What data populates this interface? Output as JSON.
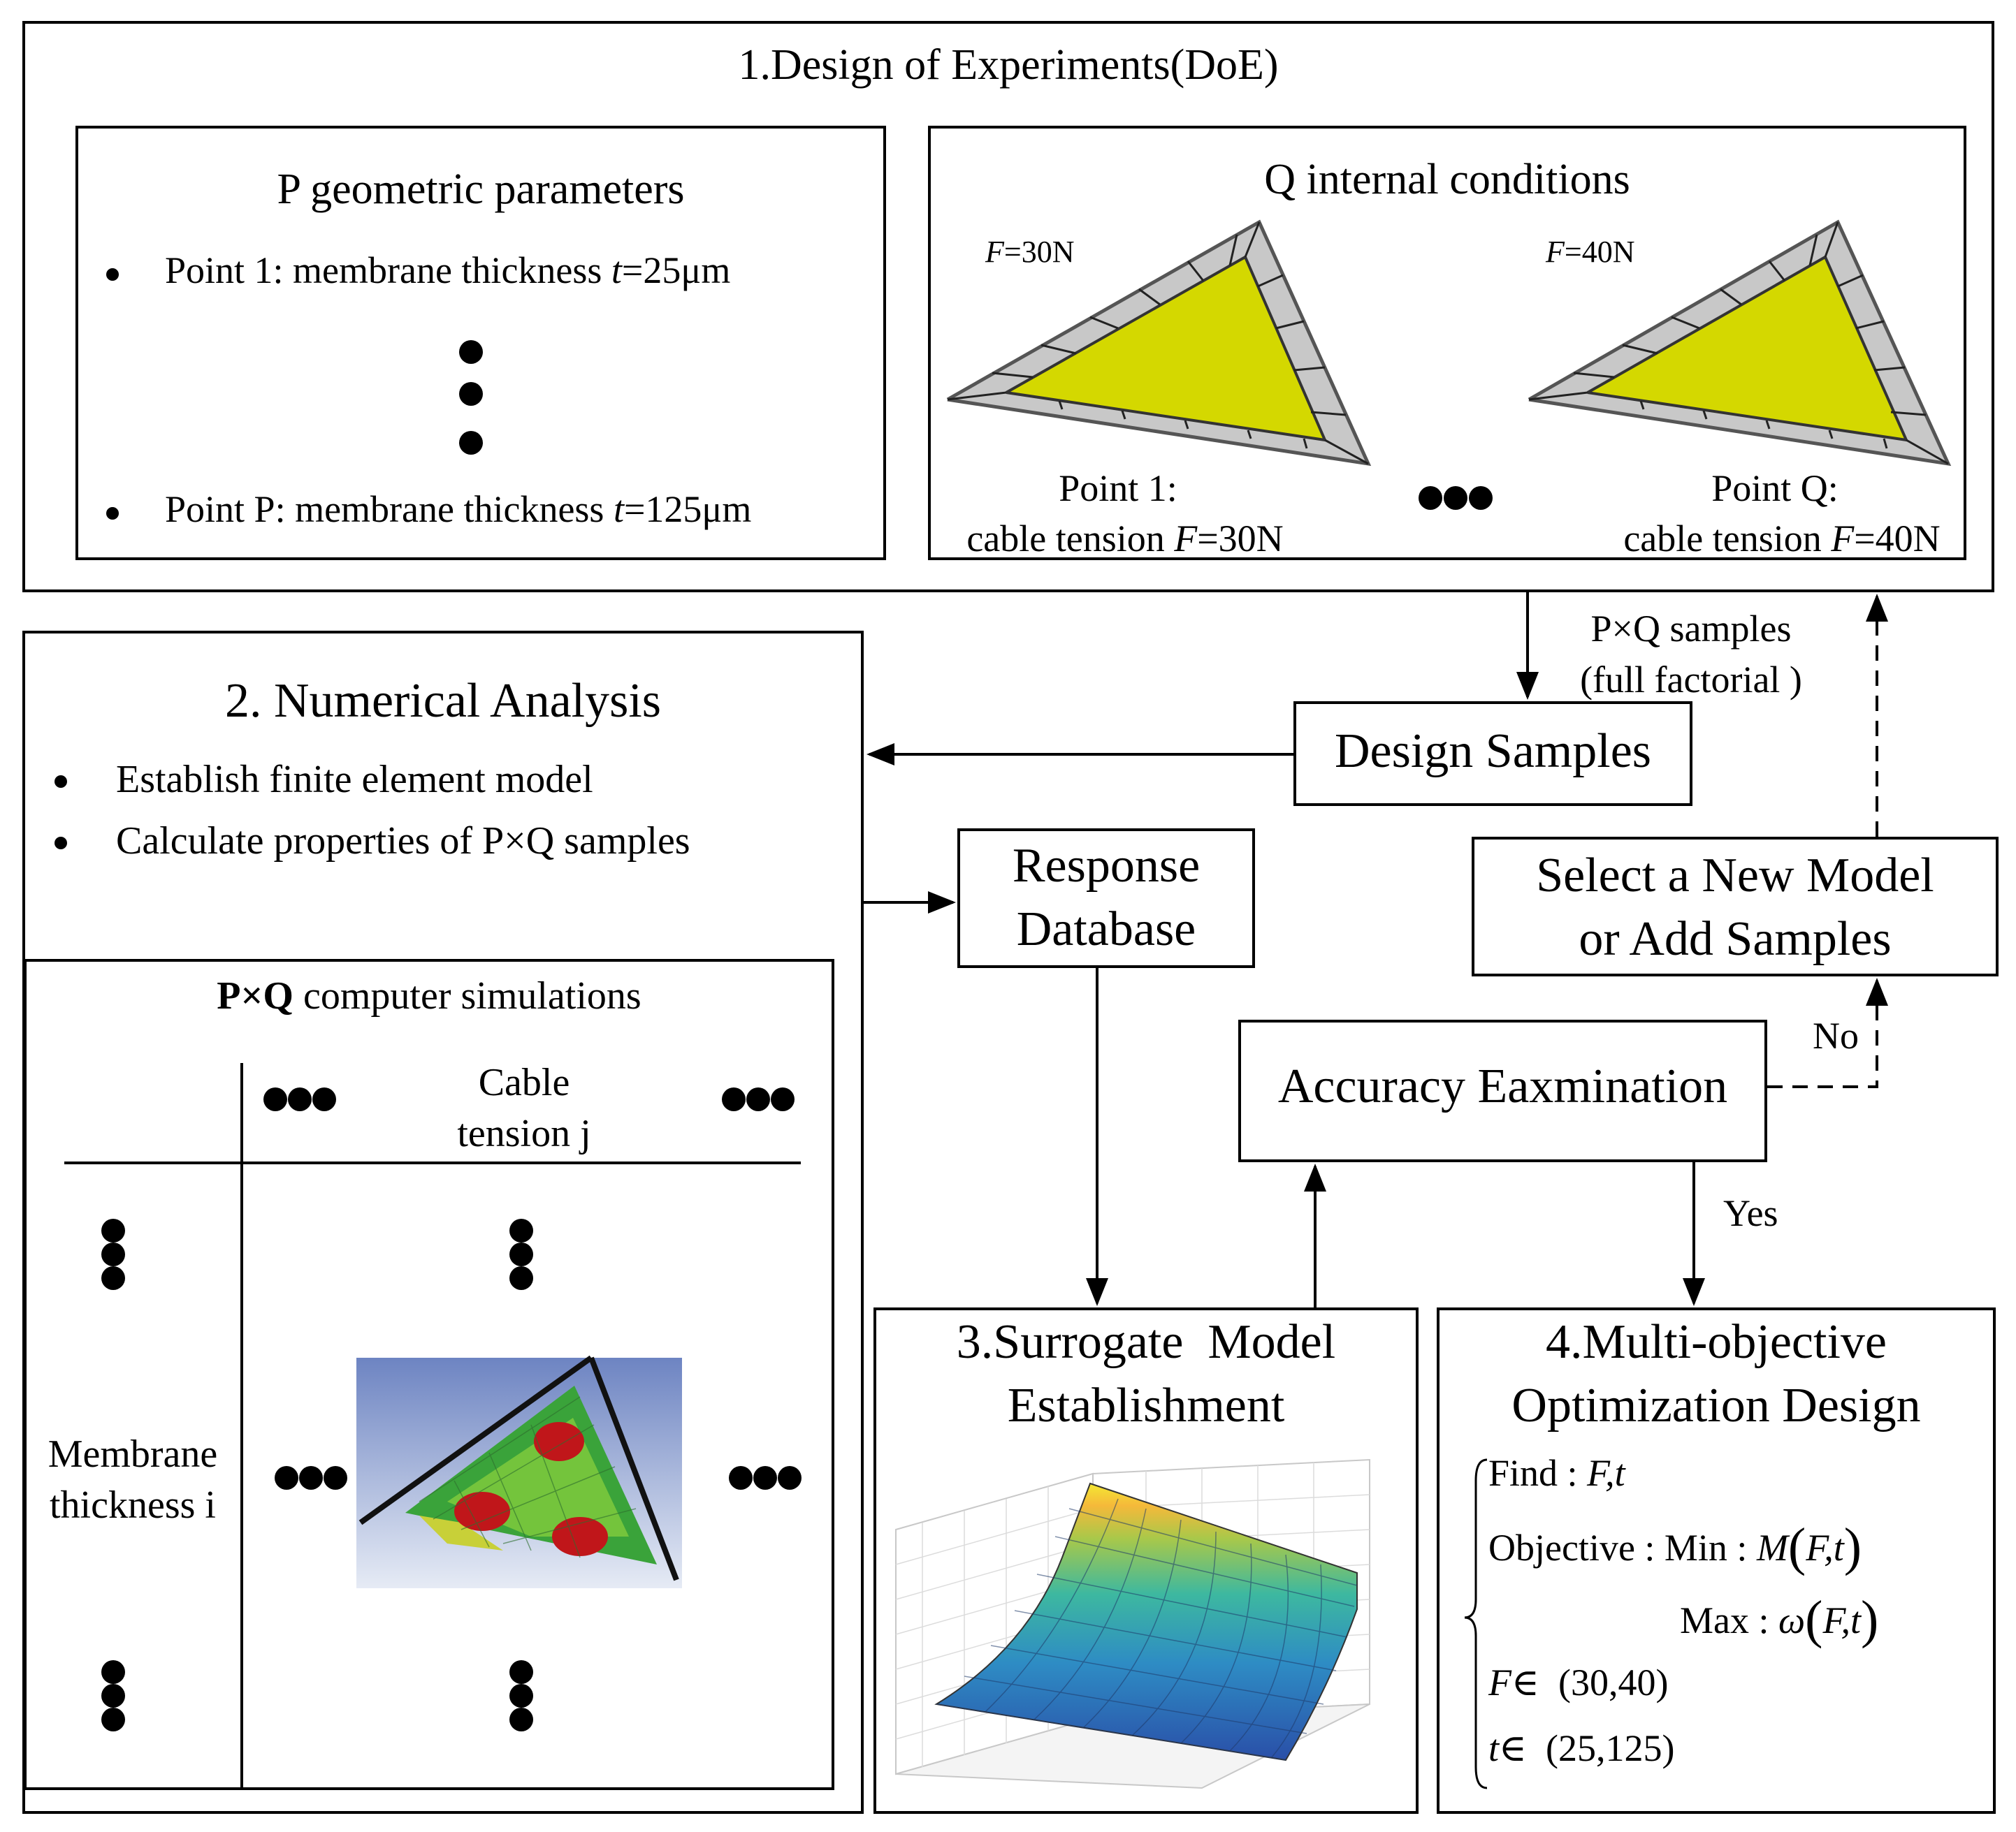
{
  "doe": {
    "title": "1.Design of Experiments(DoE)",
    "p_box": {
      "title": "P geometric parameters",
      "point1": {
        "prefix": "Point 1: membrane thickness ",
        "var": "t",
        "value": "=25μm"
      },
      "pointP": {
        "prefix": "Point P: membrane thickness ",
        "var": "t",
        "value": "=125μm"
      }
    },
    "q_box": {
      "title": "Q internal conditions",
      "f1": {
        "var": "F",
        "value": "=30N"
      },
      "f2": {
        "var": "F",
        "value": "=40N"
      },
      "point1_line1": "Point 1:",
      "point1_line2_prefix": "cable tension ",
      "point1_var": "F",
      "point1_value": "=30N",
      "pointQ_line1": "Point Q:",
      "pointQ_line2_prefix": "cable tension ",
      "pointQ_var": "F",
      "pointQ_value": "=40N"
    }
  },
  "samples_label": {
    "line1": "P×Q samples",
    "line2": "(full factorial )"
  },
  "design_samples": "Design Samples",
  "select_new_model": {
    "line1": "Select a New Model",
    "line2": "or Add Samples"
  },
  "numerical": {
    "title": "2. Numerical Analysis",
    "bullet1": "Establish finite element model",
    "bullet2": "Calculate properties of P×Q samples",
    "sim": {
      "title_bold": "P×Q",
      "title_rest": " computer simulations",
      "col_header_line1": "Cable",
      "col_header_line2": "tension j",
      "row_header_line1": "Membrane",
      "row_header_line2": "thickness i"
    }
  },
  "response_db": {
    "line1": "Response",
    "line2": "Database"
  },
  "accuracy": "Accuracy Eaxmination",
  "no_label": "No",
  "yes_label": "Yes",
  "surrogate": {
    "line1": "3.Surrogate  Model",
    "line2": "Establishment"
  },
  "moo": {
    "line1": "4.Multi-objective",
    "line2": "Optimization Design",
    "find_label": "Find : ",
    "find_vars": "F,t",
    "objective_label": "Objective : Min : ",
    "min_fn": "M",
    "min_args": "F,t",
    "max_label": "Max : ",
    "max_fn": "ω",
    "max_args": "F,t",
    "f_range_var": "F",
    "f_range": "∈  (30,40)",
    "t_range_var": "t",
    "t_range": "∈  (25,125)"
  },
  "colors": {
    "membrane_yellow": "#d4d800",
    "fem_background": "#7f93c7",
    "fem_green": "#3aa33a",
    "fem_red": "#c0161a",
    "surface_yellow": "#f0e030",
    "surface_blue": "#2a5fb8"
  }
}
